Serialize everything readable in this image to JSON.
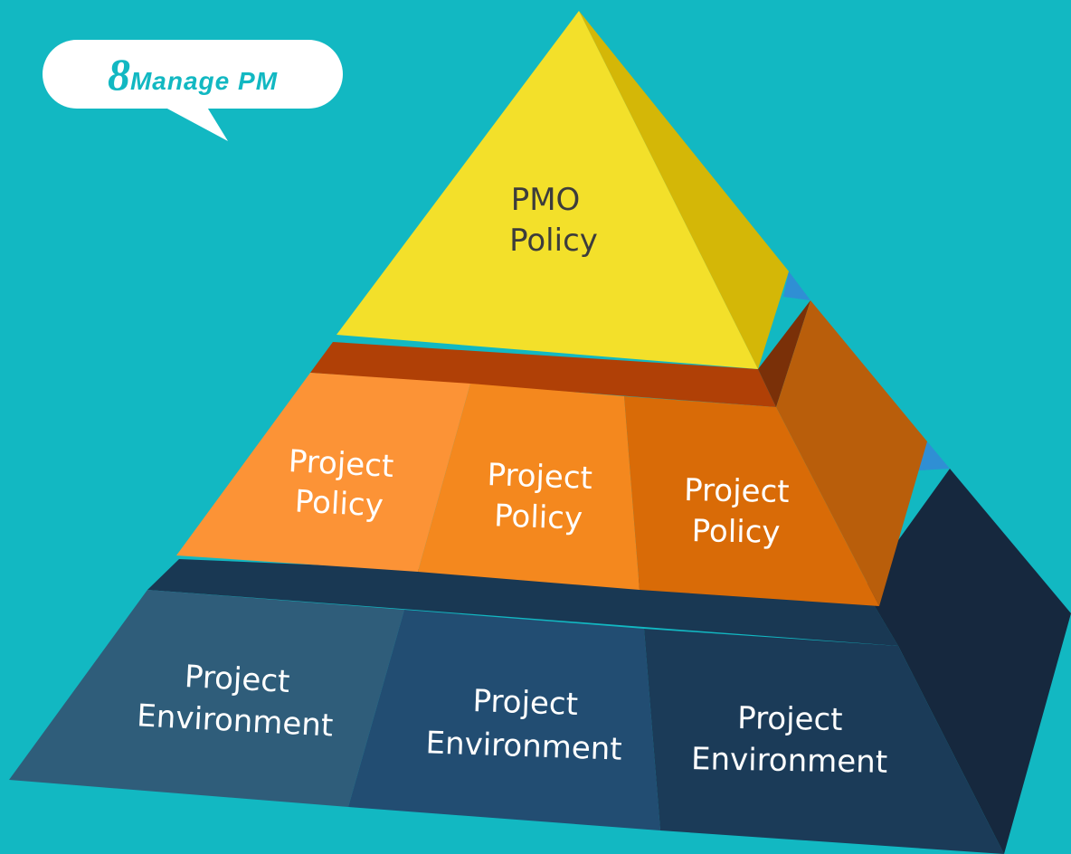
{
  "logo": {
    "digit": "8",
    "word": "Manage PM"
  },
  "pyramid": {
    "top": {
      "line1": "PMO",
      "line2": "Policy"
    },
    "middle": [
      {
        "line1": "Project",
        "line2": "Policy"
      },
      {
        "line1": "Project",
        "line2": "Policy"
      },
      {
        "line1": "Project",
        "line2": "Policy"
      }
    ],
    "bottom": [
      {
        "line1": "Project",
        "line2": "Environment"
      },
      {
        "line1": "Project",
        "line2": "Environment"
      },
      {
        "line1": "Project",
        "line2": "Environment"
      }
    ]
  },
  "colors": {
    "background": "#12b8c2",
    "top_face": "#f3e02a",
    "top_side": "#d4b707",
    "middle_faces": [
      "#fc9336",
      "#f4881e",
      "#d96b07"
    ],
    "middle_side": "#b95e0b",
    "middle_ledge": "#b04006",
    "bottom_faces": [
      "#2f5d7a",
      "#224d72",
      "#1b3b58"
    ],
    "bottom_side": "#16283e",
    "bottom_ledge": "#193853"
  }
}
